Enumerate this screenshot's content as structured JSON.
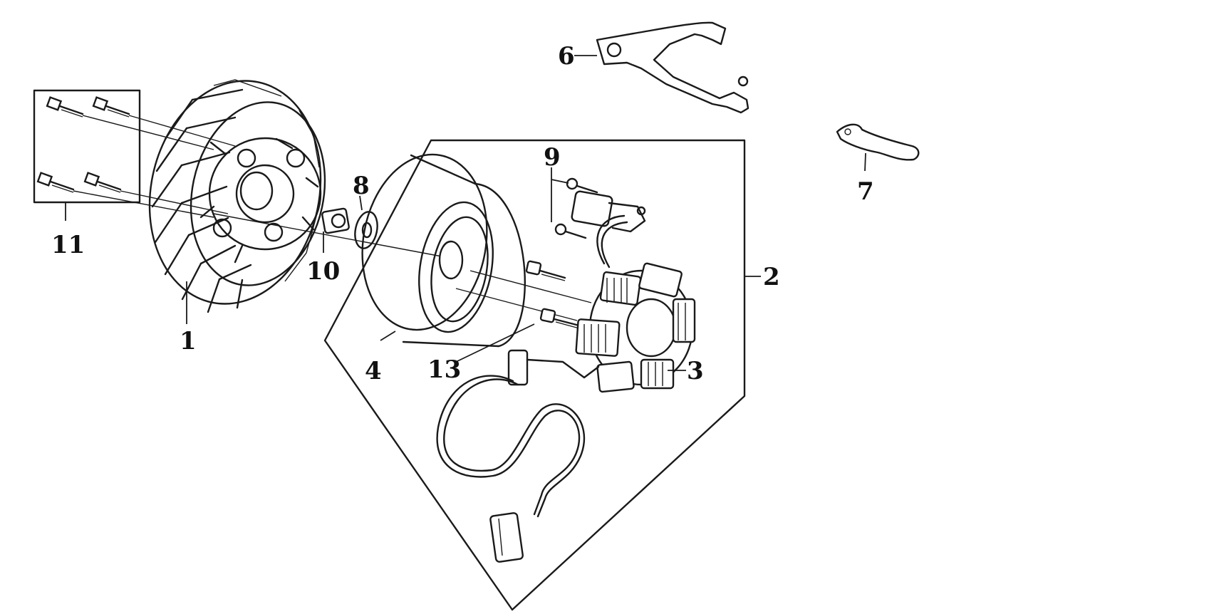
{
  "diagram": {
    "callouts": {
      "c1": "1",
      "c2": "2",
      "c3": "3",
      "c4": "4",
      "c6": "6",
      "c7": "7",
      "c8": "8",
      "c9": "9",
      "c10": "10",
      "c11": "11",
      "c13": "13"
    }
  }
}
